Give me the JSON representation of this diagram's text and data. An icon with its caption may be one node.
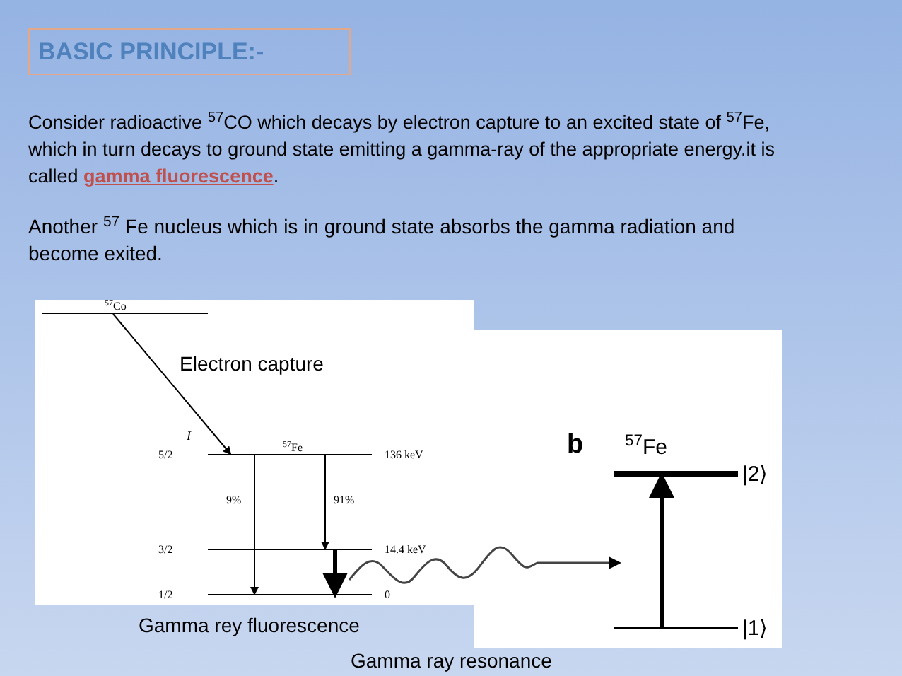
{
  "diagram": {
    "nodes": [
      {
        "text": [
          "BASIC PRINCIPLE:-"
        ]
      },
      {
        "text": [],
        "shape": "bar",
        "beside": [
          "$^{57}$Co"
        ]
      },
      {
        "text": [],
        "shape": "bar",
        "beside": [
          "5/2",
          "$^{57}$Fe",
          "136 keV"
        ]
      },
      {
        "text": [],
        "shape": "bar",
        "beside": [
          "3/2",
          "14.4 keV"
        ]
      },
      {
        "text": [],
        "shape": "bar",
        "beside": [
          "1/2",
          "0"
        ]
      },
      {
        "text": [],
        "shape": "bar",
        "beside": [
          "$^{57}$Fe",
          "|2⟩"
        ]
      },
      {
        "text": [],
        "shape": "bar",
        "beside": [
          "|1⟩"
        ]
      }
    ],
    "edges": [
      {
        "from": 1,
        "to": 2,
        "arrow": "to"
      },
      {
        "from": 2,
        "to": 4,
        "arrow": "to",
        "label": "9%"
      },
      {
        "from": 2,
        "to": 3,
        "arrow": "to",
        "label": "91%"
      },
      {
        "from": 3,
        "to": 4,
        "arrow": "to",
        "style": "thick"
      },
      {
        "from": 6,
        "to": 5,
        "arrow": "to",
        "style": "thick"
      }
    ],
    "labels": [
      "Consider radioactive  $^{57}$CO which decays by electron capture to an excited state of $^{57}$Fe, which in turn decays to ground state emitting a gamma-ray of the appropriate energy.it is called **gamma fluorescence**.",
      "Another $^{57}$ Fe nucleus which is in ground state absorbs the gamma radiation and become exited.",
      "Electron capture",
      "I",
      "b",
      "Gamma rey fluorescence",
      "Gamma ray resonance"
    ]
  }
}
